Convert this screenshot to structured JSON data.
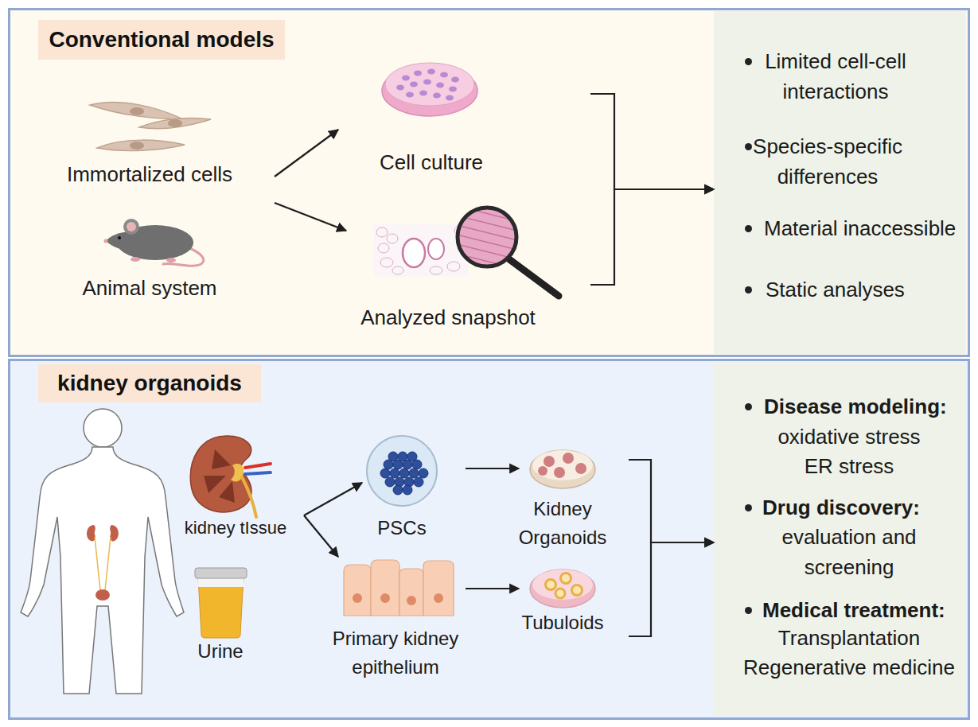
{
  "diagram": {
    "nodes": [
      {
        "text": [
          "Conventional models"
        ]
      },
      {
        "text": [
          "Immortalized cells"
        ]
      },
      {
        "text": [
          "Animal system"
        ]
      },
      {
        "text": [
          "Cell culture"
        ]
      },
      {
        "text": [
          "Analyzed snapshot"
        ]
      },
      {
        "text": [
          "Limited cell-cell interactions",
          "Species-specific differences",
          "Material inaccessible",
          "Static analyses"
        ]
      },
      {
        "text": [
          "kidney organoids"
        ]
      },
      {
        "text": [
          "kidney tIssue"
        ]
      },
      {
        "text": [
          "Urine"
        ]
      },
      {
        "text": [
          "PSCs"
        ]
      },
      {
        "text": [
          "Kidney Organoids"
        ]
      },
      {
        "text": [
          "Primary kidney epithelium"
        ]
      },
      {
        "text": [
          "Tubuloids"
        ]
      },
      {
        "text": [
          "Disease modeling:",
          "oxidative stress",
          "ER stress",
          "Drug discovery:",
          "evaluation and screening",
          "Medical treatment:",
          "Transplantation",
          "Regenerative medicine"
        ]
      }
    ],
    "edges": [
      {
        "from": 1,
        "to": 3,
        "arrow": "to"
      },
      {
        "from": 2,
        "to": 4,
        "arrow": "to"
      },
      {
        "from": 3,
        "to": 5,
        "arrow": "to"
      },
      {
        "from": 4,
        "to": 5,
        "arrow": "to"
      },
      {
        "from": 7,
        "to": 9,
        "arrow": "to"
      },
      {
        "from": 7,
        "to": 11,
        "arrow": "to"
      },
      {
        "from": 9,
        "to": 10,
        "arrow": "to"
      },
      {
        "from": 11,
        "to": 12,
        "arrow": "to"
      },
      {
        "from": 10,
        "to": 13,
        "arrow": "to"
      },
      {
        "from": 12,
        "to": 13,
        "arrow": "to"
      }
    ]
  }
}
